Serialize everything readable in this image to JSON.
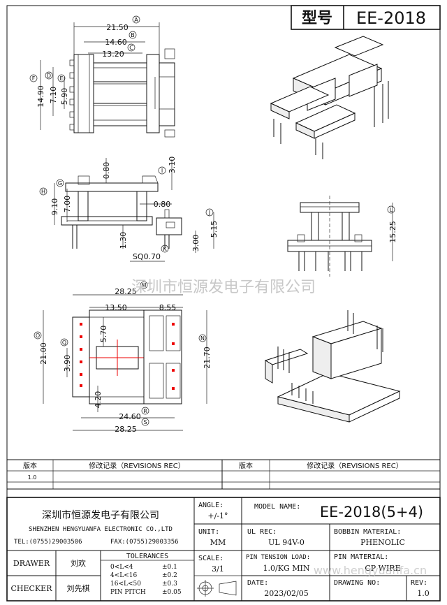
{
  "header": {
    "model_label": "型号",
    "model_value": "EE-2018"
  },
  "watermark": {
    "company_cn": "深圳市恒源发电子有限公司",
    "website": "www.hengyuanfa.cn"
  },
  "dims": {
    "top": {
      "A": "21.50",
      "B": "14.60",
      "C": "13.20",
      "F": "14.90",
      "D": "7.10",
      "E": "5.90",
      "A_tag": "A",
      "B_tag": "B",
      "C_tag": "C",
      "D_tag": "D",
      "E_tag": "E",
      "F_tag": "F"
    },
    "side": {
      "I": "3.10",
      "I_tag": "I",
      "G_tag": "G",
      "H_tag": "H",
      "gap": "0.80",
      "gap2": "0.80",
      "H": "9.10",
      "G": "7.00",
      "J_tag": "J",
      "J": "5.15",
      "pin_h": "1.30",
      "pin_len": "3.00",
      "K_tag": "K",
      "K": "SQ0.70"
    },
    "front": {
      "L_tag": "L",
      "L": "15.25"
    },
    "bottom": {
      "M": "28.25",
      "M_tag": "M",
      "w1": "13.50",
      "w2": "8.55",
      "h_center": "5.70",
      "O_tag": "O",
      "O": "21.00",
      "Q_tag": "Q",
      "Q": "3.90",
      "N_tag": "N",
      "N": "21.70",
      "p_off": "4.20",
      "R_tag": "R",
      "R": "24.60",
      "S_tag": "S",
      "S": "28.25"
    }
  },
  "revisions": {
    "col_version": "版本",
    "col_record": "修改记录（REVISIONS REC）",
    "col_version2": "版本",
    "col_record2": "修改记录（REVISIONS REC）",
    "row1_version": "1.0"
  },
  "title_block": {
    "company_cn": "深圳市恒源发电子有限公司",
    "company_en": "SHENZHEN HENGYUANFA ELECTRONIC CO.,LTD",
    "tel": "TEL:(0755)29003506",
    "fax": "FAX:(0755)29003356",
    "angle_label": "ANGLE:",
    "angle_value": "+/-1°",
    "model_name_label": "MODEL NAME:",
    "model_name_value": "EE-2018(5+4)",
    "unit_label": "UNIT:",
    "unit_value": "MM",
    "ul_rec_label": "UL REC:",
    "ul_rec_value": "UL 94V-0",
    "bobbin_label": "BOBBIN MATERIAL:",
    "bobbin_value": "PHENOLIC",
    "drawer_label": "DRAWER",
    "drawer_value": "刘欢",
    "tolerances_label": "TOLERANCES",
    "tol": [
      {
        "range": "0<L<4",
        "value": "±0.1"
      },
      {
        "range": "4<L<16",
        "value": "±0.2"
      },
      {
        "range": "16<L<50",
        "value": "±0.3"
      },
      {
        "range": "PIN PITCH",
        "value": "±0.05"
      }
    ],
    "scale_label": "SCALE:",
    "scale_value": "3/1",
    "pin_tension_label": "PIN TENSION LOAD:",
    "pin_tension_value": "1.0/KG MIN",
    "pin_material_label": "PIN MATERIAL:",
    "pin_material_value": "CP WIRE",
    "checker_label": "CHECKER",
    "checker_value": "刘先棋",
    "date_label": "DATE:",
    "date_value": "2023/02/05",
    "drawing_no_label": "DRAWING NO:",
    "rev_label": "REV:",
    "rev_value": "1.0"
  }
}
